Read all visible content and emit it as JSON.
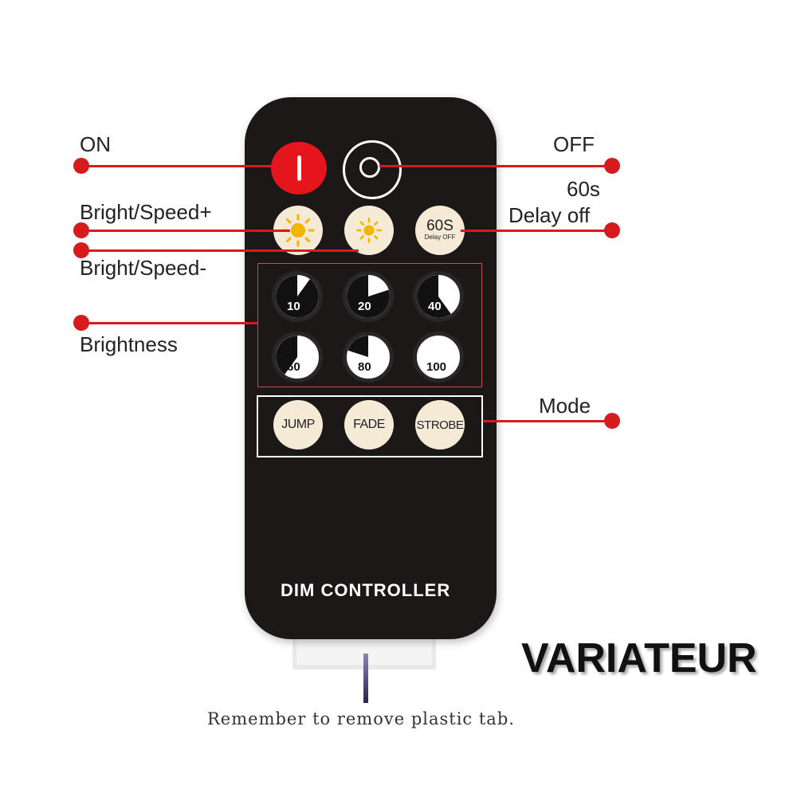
{
  "labels": {
    "on": "ON",
    "off": "OFF",
    "delay_line1": "60s",
    "delay_line2": "Delay off",
    "bright_plus": "Bright/Speed+",
    "bright_minus": "Bright/Speed-",
    "brightness": "Brightness",
    "mode": "Mode"
  },
  "remote": {
    "model": "DIM CONTROLLER",
    "delay_button": {
      "main": "60S",
      "sub": "Delay OFF"
    },
    "brightness_buttons": [
      {
        "label": "10",
        "level": 0.1
      },
      {
        "label": "20",
        "level": 0.2
      },
      {
        "label": "40",
        "level": 0.4
      },
      {
        "label": "60",
        "level": 0.6
      },
      {
        "label": "80",
        "level": 0.8
      },
      {
        "label": "100",
        "level": 1.0
      }
    ],
    "mode_buttons": [
      "JUMP",
      "FADE",
      "STROBE"
    ]
  },
  "title": "VARIATEUR",
  "note": "Remember to remove plastic tab.",
  "colors": {
    "accent": "#d61b1f",
    "remote_body": "#1c1818",
    "button_face": "#f4ead6",
    "sun": "#f5b400"
  }
}
